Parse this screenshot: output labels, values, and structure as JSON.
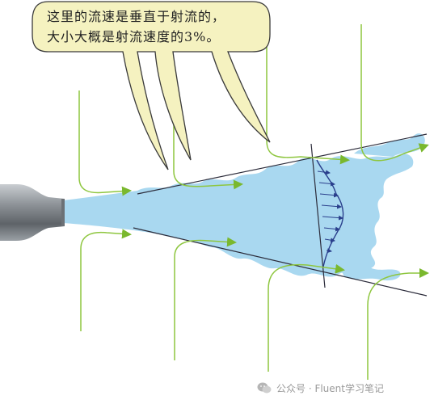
{
  "callout": {
    "line1": "这里的流速是垂直于射流的，",
    "line2": "大小大概是射流速度的3%。"
  },
  "watermark": {
    "text": "公众号 · Fluent学习笔记"
  },
  "icons": {
    "nozzle": "nozzle-icon",
    "watermark": "wechat-icon"
  },
  "colors": {
    "jet": "#a9d8f0",
    "entrainment": "#8ec63f",
    "nozzle": "#8f9499",
    "bubble": "#f5f2c0",
    "profile": "#2a3f8c",
    "boundary": "#2b2b3a"
  }
}
